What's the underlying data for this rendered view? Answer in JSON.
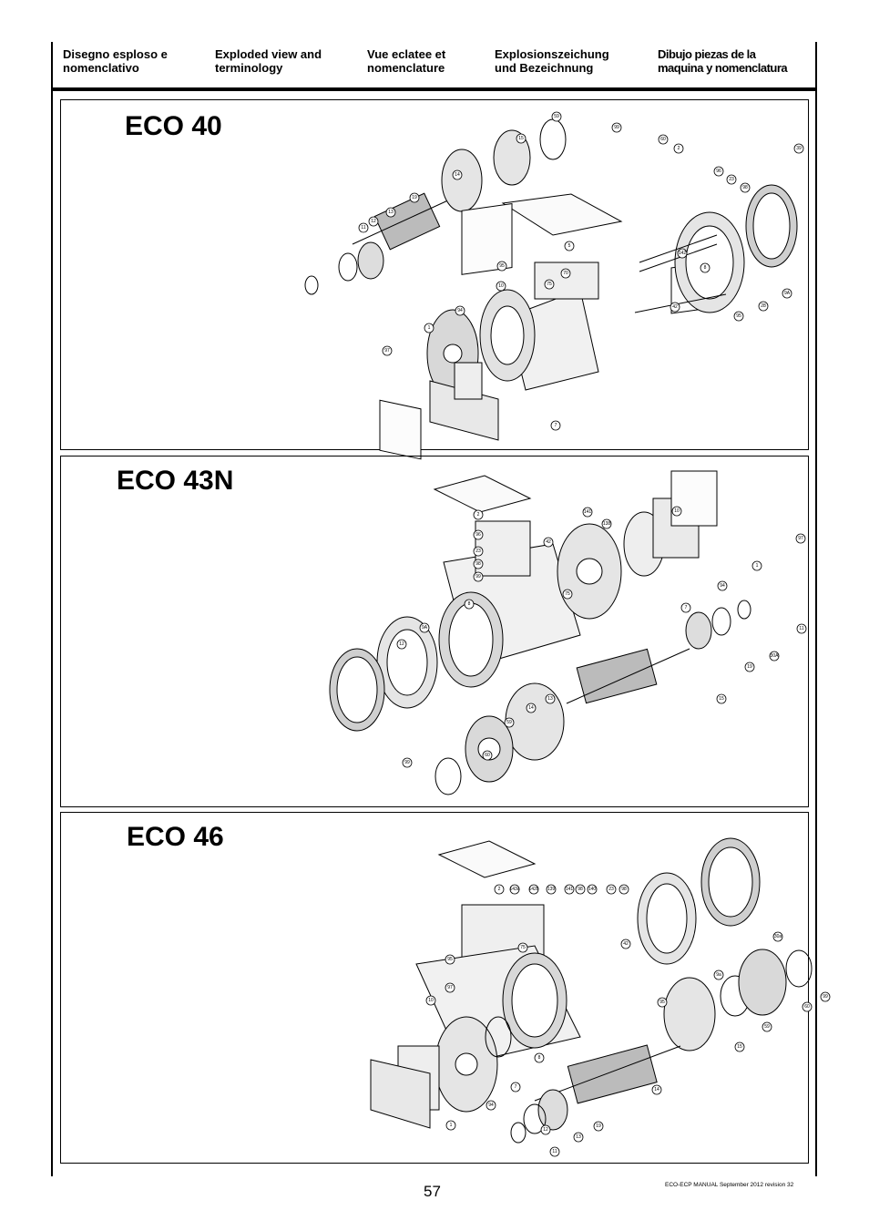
{
  "header": {
    "columns": [
      {
        "line1": "Disegno esploso e",
        "line2": "nomenclativo"
      },
      {
        "line1": "Exploded view and",
        "line2": "terminology"
      },
      {
        "line1": "Vue eclatee et",
        "line2": "nomenclature"
      },
      {
        "line1": "Explosionszeichung",
        "line2": "und Bezeichnung"
      },
      {
        "line1": "Dibujo piezas de la",
        "line2": "maquina y nomenclatura"
      }
    ]
  },
  "panels": [
    {
      "title": "ECO 40",
      "callouts": [
        "59",
        "99",
        "15",
        "60",
        "2",
        "39",
        "14",
        "96",
        "23",
        "19",
        "98",
        "13",
        "12",
        "11",
        "5",
        "142",
        "95",
        "70",
        "8",
        "75",
        "9A",
        "10",
        "42",
        "28",
        "1",
        "94",
        "95",
        "97",
        "7"
      ]
    },
    {
      "title": "ECO 43N",
      "callouts": [
        "2",
        "141",
        "138",
        "10",
        "96",
        "42",
        "23",
        "98",
        "99",
        "97",
        "1",
        "75",
        "8",
        "94",
        "7",
        "9A",
        "11",
        "12",
        "30A",
        "19",
        "13",
        "15",
        "14",
        "59",
        "60",
        "99"
      ]
    },
    {
      "title": "ECO 46",
      "callouts": [
        "2",
        "143a",
        "142b",
        "139",
        "141",
        "98",
        "140",
        "23",
        "98",
        "95",
        "75",
        "42",
        "30a",
        "97",
        "9a",
        "10",
        "95",
        "99",
        "60",
        "59",
        "15",
        "7",
        "8",
        "14",
        "94",
        "12",
        "13",
        "19",
        "1",
        "11"
      ]
    }
  ],
  "footer": {
    "page_number": "57",
    "manual_ref": "ECO-ECP MANUAL September 2012 revision 32"
  }
}
